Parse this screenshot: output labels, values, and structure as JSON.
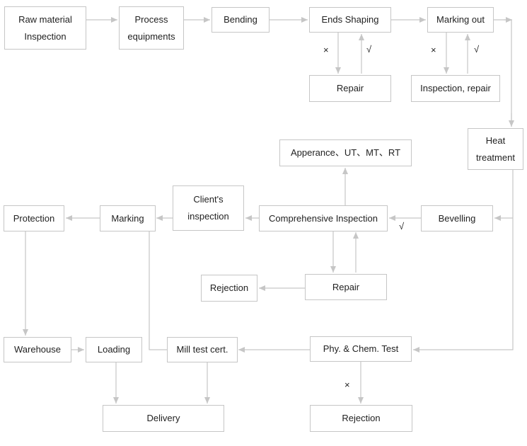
{
  "nodes": {
    "raw_material": "Raw material\nInspection",
    "process_equipments": "Process\nequipments",
    "bending": "Bending",
    "ends_shaping": "Ends Shaping",
    "marking_out": "Marking out",
    "repair_1": "Repair",
    "inspection_repair": "Inspection, repair",
    "heat_treatment": "Heat\ntreatment",
    "appearance_tests": "Apperance、UT、MT、RT",
    "clients_inspection": "Client's\ninspection",
    "protection": "Protection",
    "marking": "Marking",
    "comprehensive_inspection": "Comprehensive Inspection",
    "bevelling": "Bevelling",
    "rejection_1": "Rejection",
    "repair_2": "Repair",
    "warehouse": "Warehouse",
    "loading": "Loading",
    "mill_test_cert": "Mill test cert.",
    "phys_chem_test": "Phy. & Chem. Test",
    "delivery": "Delivery",
    "rejection_2": "Rejection"
  },
  "marks": {
    "fail": "×",
    "pass": "√"
  },
  "colors": {
    "line": "#c6c6c6",
    "text": "#222222"
  }
}
